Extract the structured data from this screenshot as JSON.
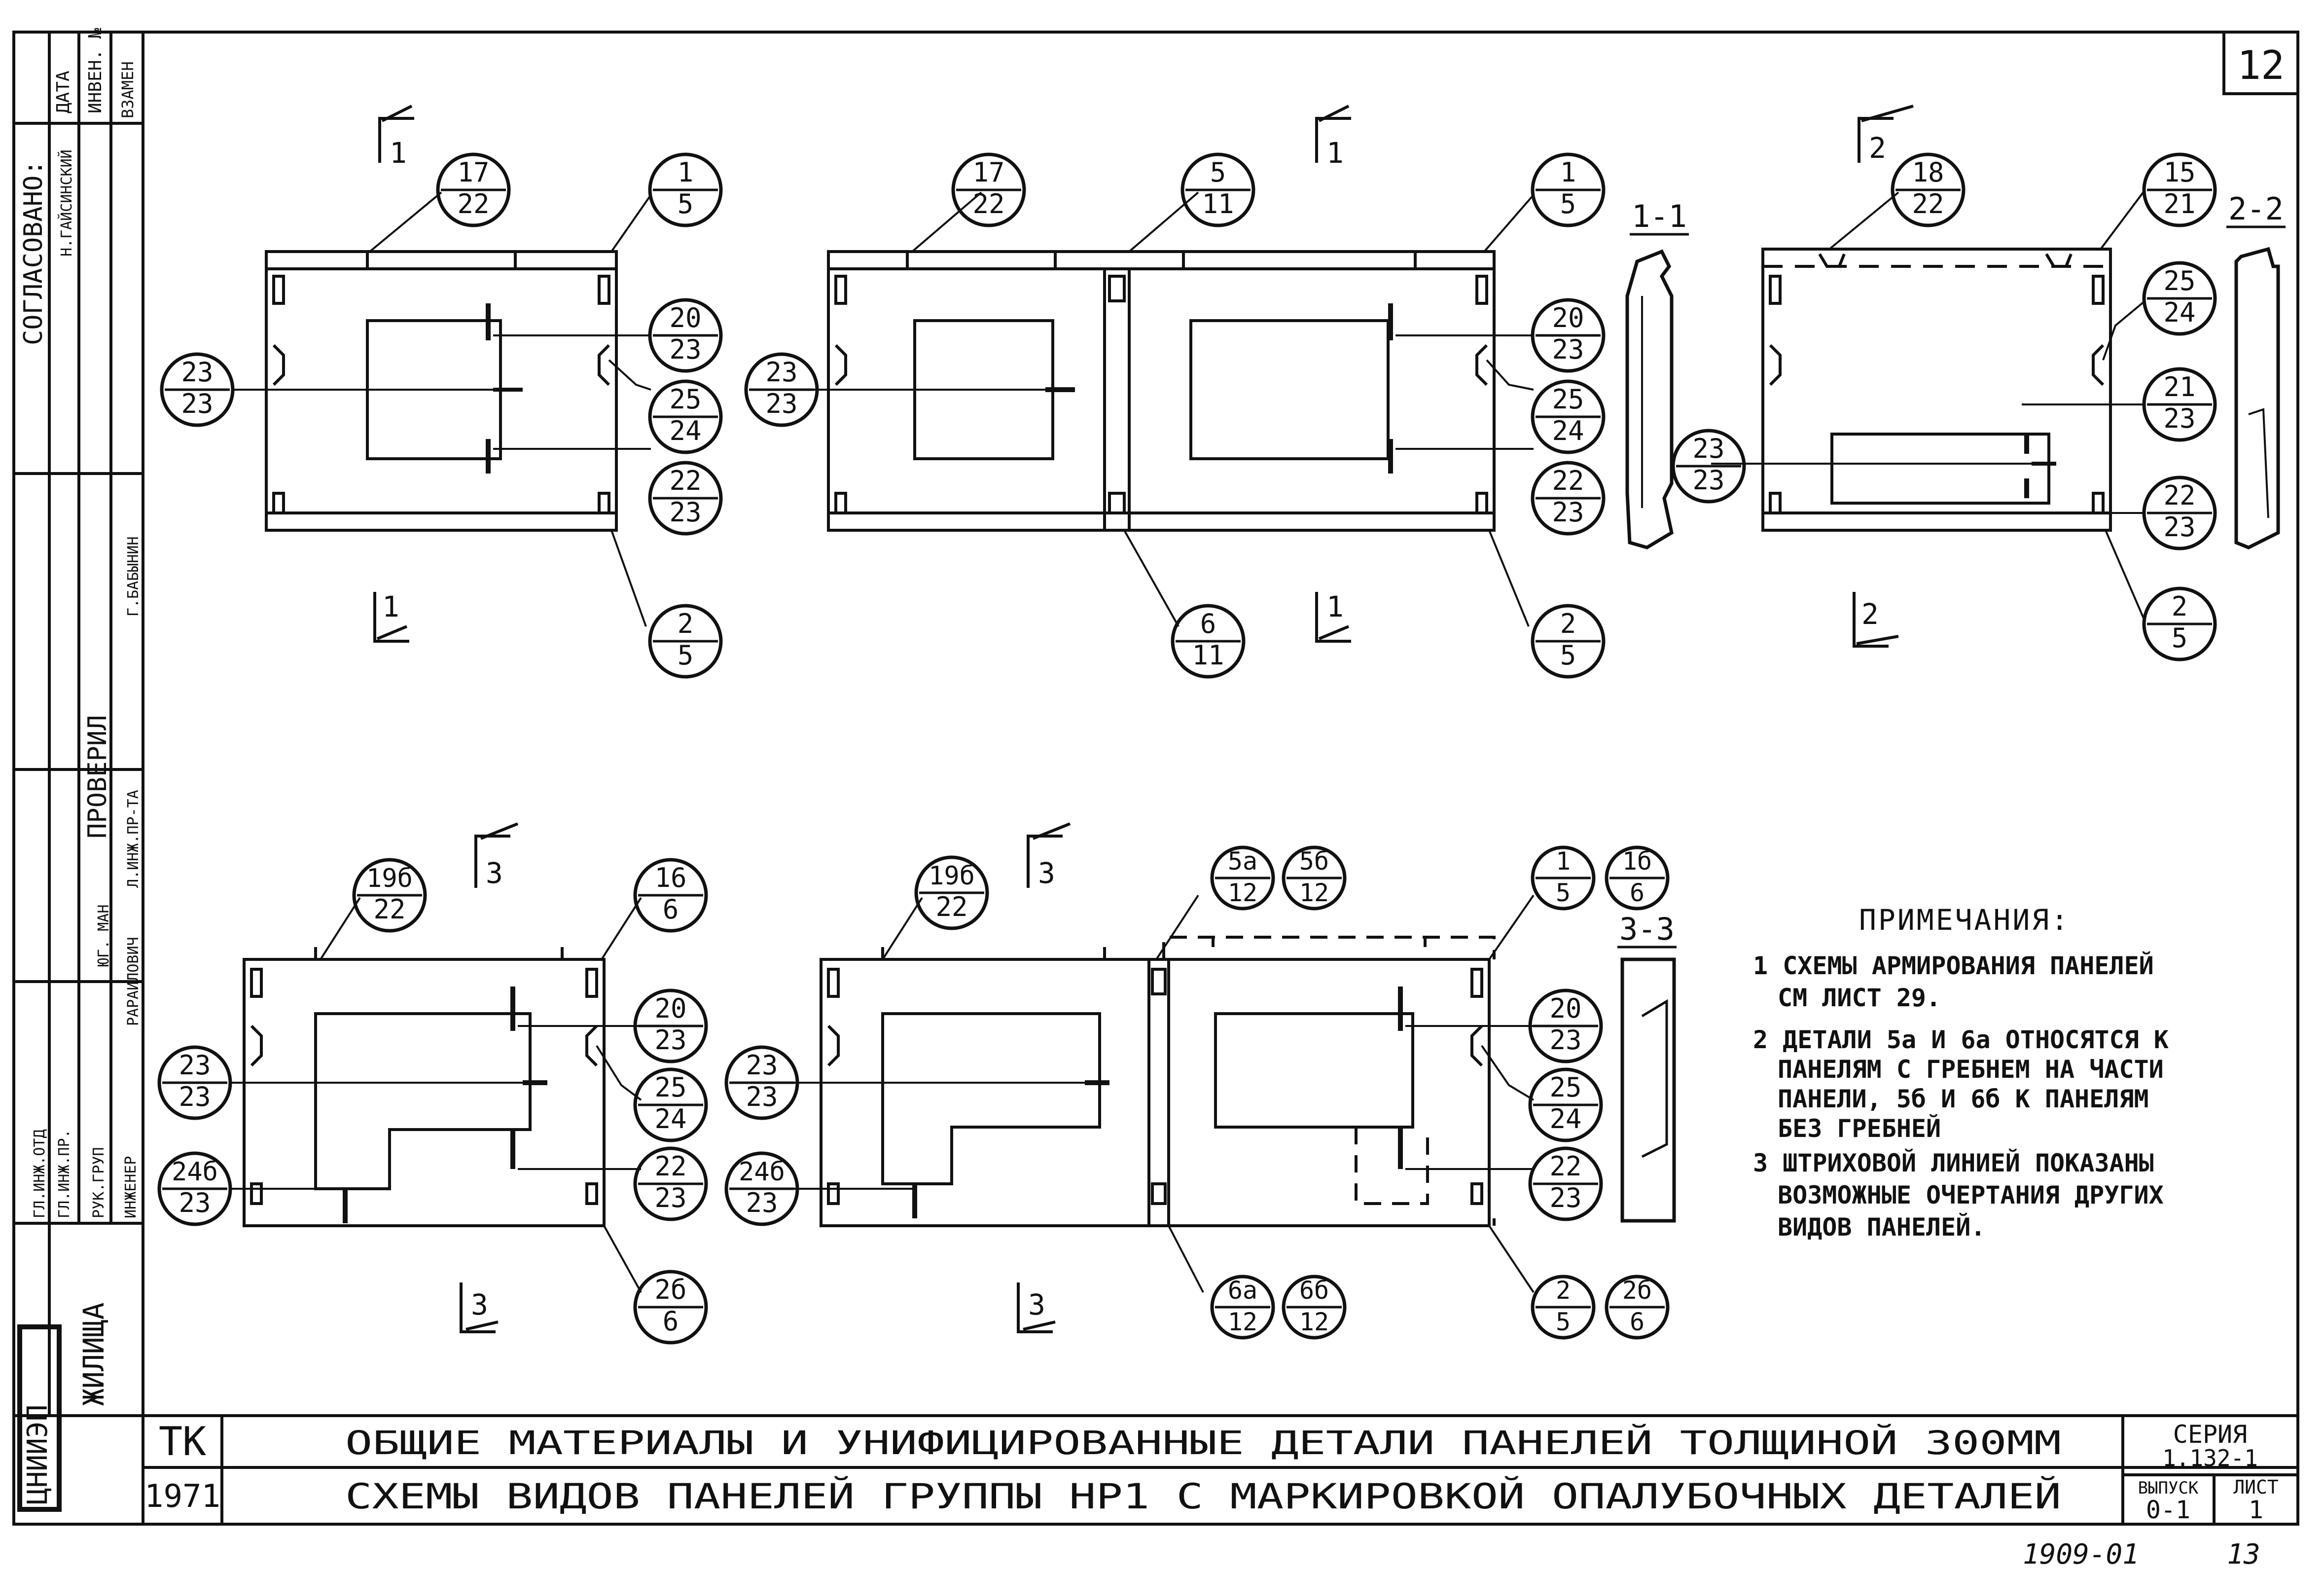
{
  "sheet": {
    "number": "12",
    "org_letter": "ТК",
    "year": "1971",
    "title_line1": "ОБЩИЕ МАТЕРИАЛЫ И УНИФИЦИРОВАННЫЕ ДЕТАЛИ ПАНЕЛЕЙ ТОЛЩИНОЙ 300ММ",
    "title_line2": "СХЕМЫ ВИДОВ ПАНЕЛЕЙ ГРУППЫ НР1 С МАРКИРОВКОЙ ОПАЛУБОЧНЫХ ДЕТАЛЕЙ",
    "series_label": "СЕРИЯ",
    "series_value": "1.132-1",
    "issue_label": "ВЫПУСК",
    "issue_value": "0-1",
    "list_label": "ЛИСТ",
    "list_value": "1",
    "footer_code": "1909-01",
    "footer_page": "13"
  },
  "side_stamp": {
    "institute": "ЖИЛИЩА",
    "logo_text": "ЦНИИЭП",
    "agreed": "СОГЛАСОВАНО:",
    "checked": "ПРОВЕРИЛ",
    "headers": [
      "ДАТА",
      "ИНВЕН. №",
      "ВЗАМЕН"
    ],
    "names": [
      "Н.ГАЙСИНСКИЙ",
      "Г.БАБЫНИН",
      "Л.ИНЖ.ПР-ТА",
      "РАРАИЛОВИЧ",
      "ЮГ. МАН"
    ],
    "roles": [
      "ГЛ.ИНЖ.ОТД",
      "ГЛ.ИНЖ.ПР.",
      "РУК.ГРУП",
      "ИНЖЕНЕР"
    ]
  },
  "notes": {
    "title": "ПРИМЕЧАНИЯ:",
    "lines": [
      "1 СХЕМЫ АРМИРОВАНИЯ ПАНЕЛЕЙ",
      "СМ ЛИСТ 29.",
      "2 ДЕТАЛИ 5а И 6а ОТНОСЯТСЯ К",
      "ПАНЕЛЯМ С ГРЕБНЕМ НА ЧАСТИ",
      "ПАНЕЛИ, 5б И 6б К ПАНЕЛЯМ",
      "БЕЗ ГРЕБНЕЙ",
      "3 ШТРИХОВОЙ ЛИНИЕЙ ПОКАЗАНЫ",
      "ВОЗМОЖНЫЕ ОЧЕРТАНИЯ ДРУГИХ",
      "ВИДОВ ПАНЕЛЕЙ."
    ]
  },
  "section_labels": {
    "s11": "1-1",
    "s22": "2-2",
    "s33": "3-3"
  },
  "cut_marks": {
    "c1": "1",
    "c2": "2",
    "c3": "3"
  },
  "bubbles": {
    "p1": {
      "t17": "17",
      "b17": "22",
      "t1": "1",
      "b1": "5",
      "t20": "20",
      "b20": "23",
      "t25": "25",
      "b25": "24",
      "t22": "22",
      "b22": "23",
      "t23": "23",
      "b23": "23",
      "t2": "2",
      "b2": "5"
    },
    "p2": {
      "t17": "17",
      "b17": "22",
      "t5": "5",
      "b5": "11",
      "t1": "1",
      "b1": "5",
      "t23": "23",
      "b23": "23",
      "t20": "20",
      "b20": "23",
      "t25": "25",
      "b25": "24",
      "t22": "22",
      "b22": "23",
      "t6": "6",
      "b6": "11",
      "t2": "2",
      "b2": "5"
    },
    "p3": {
      "t18": "18",
      "b18": "22",
      "t15": "15",
      "b15": "21",
      "t23": "23",
      "b23": "23",
      "t25": "25",
      "b25": "24",
      "t21": "21",
      "b21": "23",
      "t22": "22",
      "b22": "23",
      "t2": "2",
      "b2": "5"
    },
    "p4": {
      "t19": "19б",
      "b19": "22",
      "t16": "16",
      "b16": "6",
      "t20": "20",
      "b20": "23",
      "t23": "23",
      "b23": "23",
      "t25": "25",
      "b25": "24",
      "t24": "24б",
      "b24": "23",
      "t22": "22",
      "b22": "23",
      "t26": "2б",
      "b26": "6"
    },
    "p5": {
      "t19": "19б",
      "b19": "22",
      "t5a": "5а",
      "b5a": "12",
      "t5b": "5б",
      "b5b": "12",
      "t1": "1",
      "b1": "5",
      "t16": "1б",
      "b16": "6",
      "t23": "23",
      "b23": "23",
      "t24": "24б",
      "b24": "23",
      "t20": "20",
      "b20": "23",
      "t25": "25",
      "b25": "24",
      "t22": "22",
      "b22": "23",
      "t6a": "6а",
      "b6a": "12",
      "t6b": "6б",
      "b6b": "12",
      "t2": "2",
      "b2": "5",
      "t26": "2б",
      "b26": "6"
    }
  }
}
